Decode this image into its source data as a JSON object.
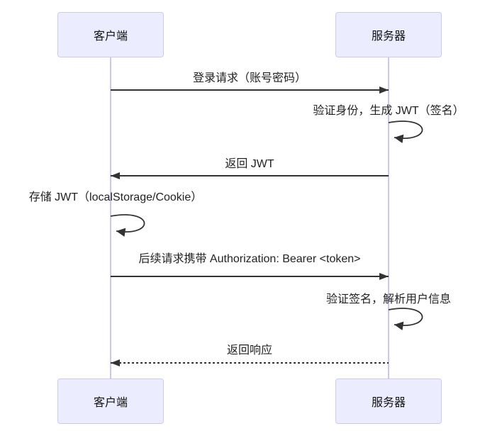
{
  "diagram": {
    "type": "sequence-diagram",
    "actors": [
      {
        "id": "client",
        "label": "客户端"
      },
      {
        "id": "server",
        "label": "服务器"
      }
    ],
    "messages": [
      {
        "index": 1,
        "from": "client",
        "to": "server",
        "label": "登录请求（账号密码）",
        "line": "solid",
        "arrow": "filled-right"
      },
      {
        "index": 2,
        "self": "server",
        "label": "验证身份，生成 JWT（签名）",
        "line": "self-loop"
      },
      {
        "index": 3,
        "from": "server",
        "to": "client",
        "label": "返回 JWT",
        "line": "solid",
        "arrow": "filled-left"
      },
      {
        "index": 4,
        "self": "client",
        "label": "存储 JWT（localStorage/Cookie）",
        "line": "self-loop"
      },
      {
        "index": 5,
        "from": "client",
        "to": "server",
        "label": "后续请求携带 Authorization: Bearer <token>",
        "line": "solid",
        "arrow": "filled-right"
      },
      {
        "index": 6,
        "self": "server",
        "label": "验证签名，解析用户信息",
        "line": "self-loop"
      },
      {
        "index": 7,
        "from": "server",
        "to": "client",
        "label": "返回响应",
        "line": "dotted",
        "arrow": "filled-left"
      }
    ],
    "colors": {
      "actor_fill": "#ececff",
      "actor_border": "#ccc9f0",
      "lifeline": "#cdc7ee",
      "arrow": "#333333",
      "text": "#222222",
      "background": "#ffffff"
    }
  }
}
